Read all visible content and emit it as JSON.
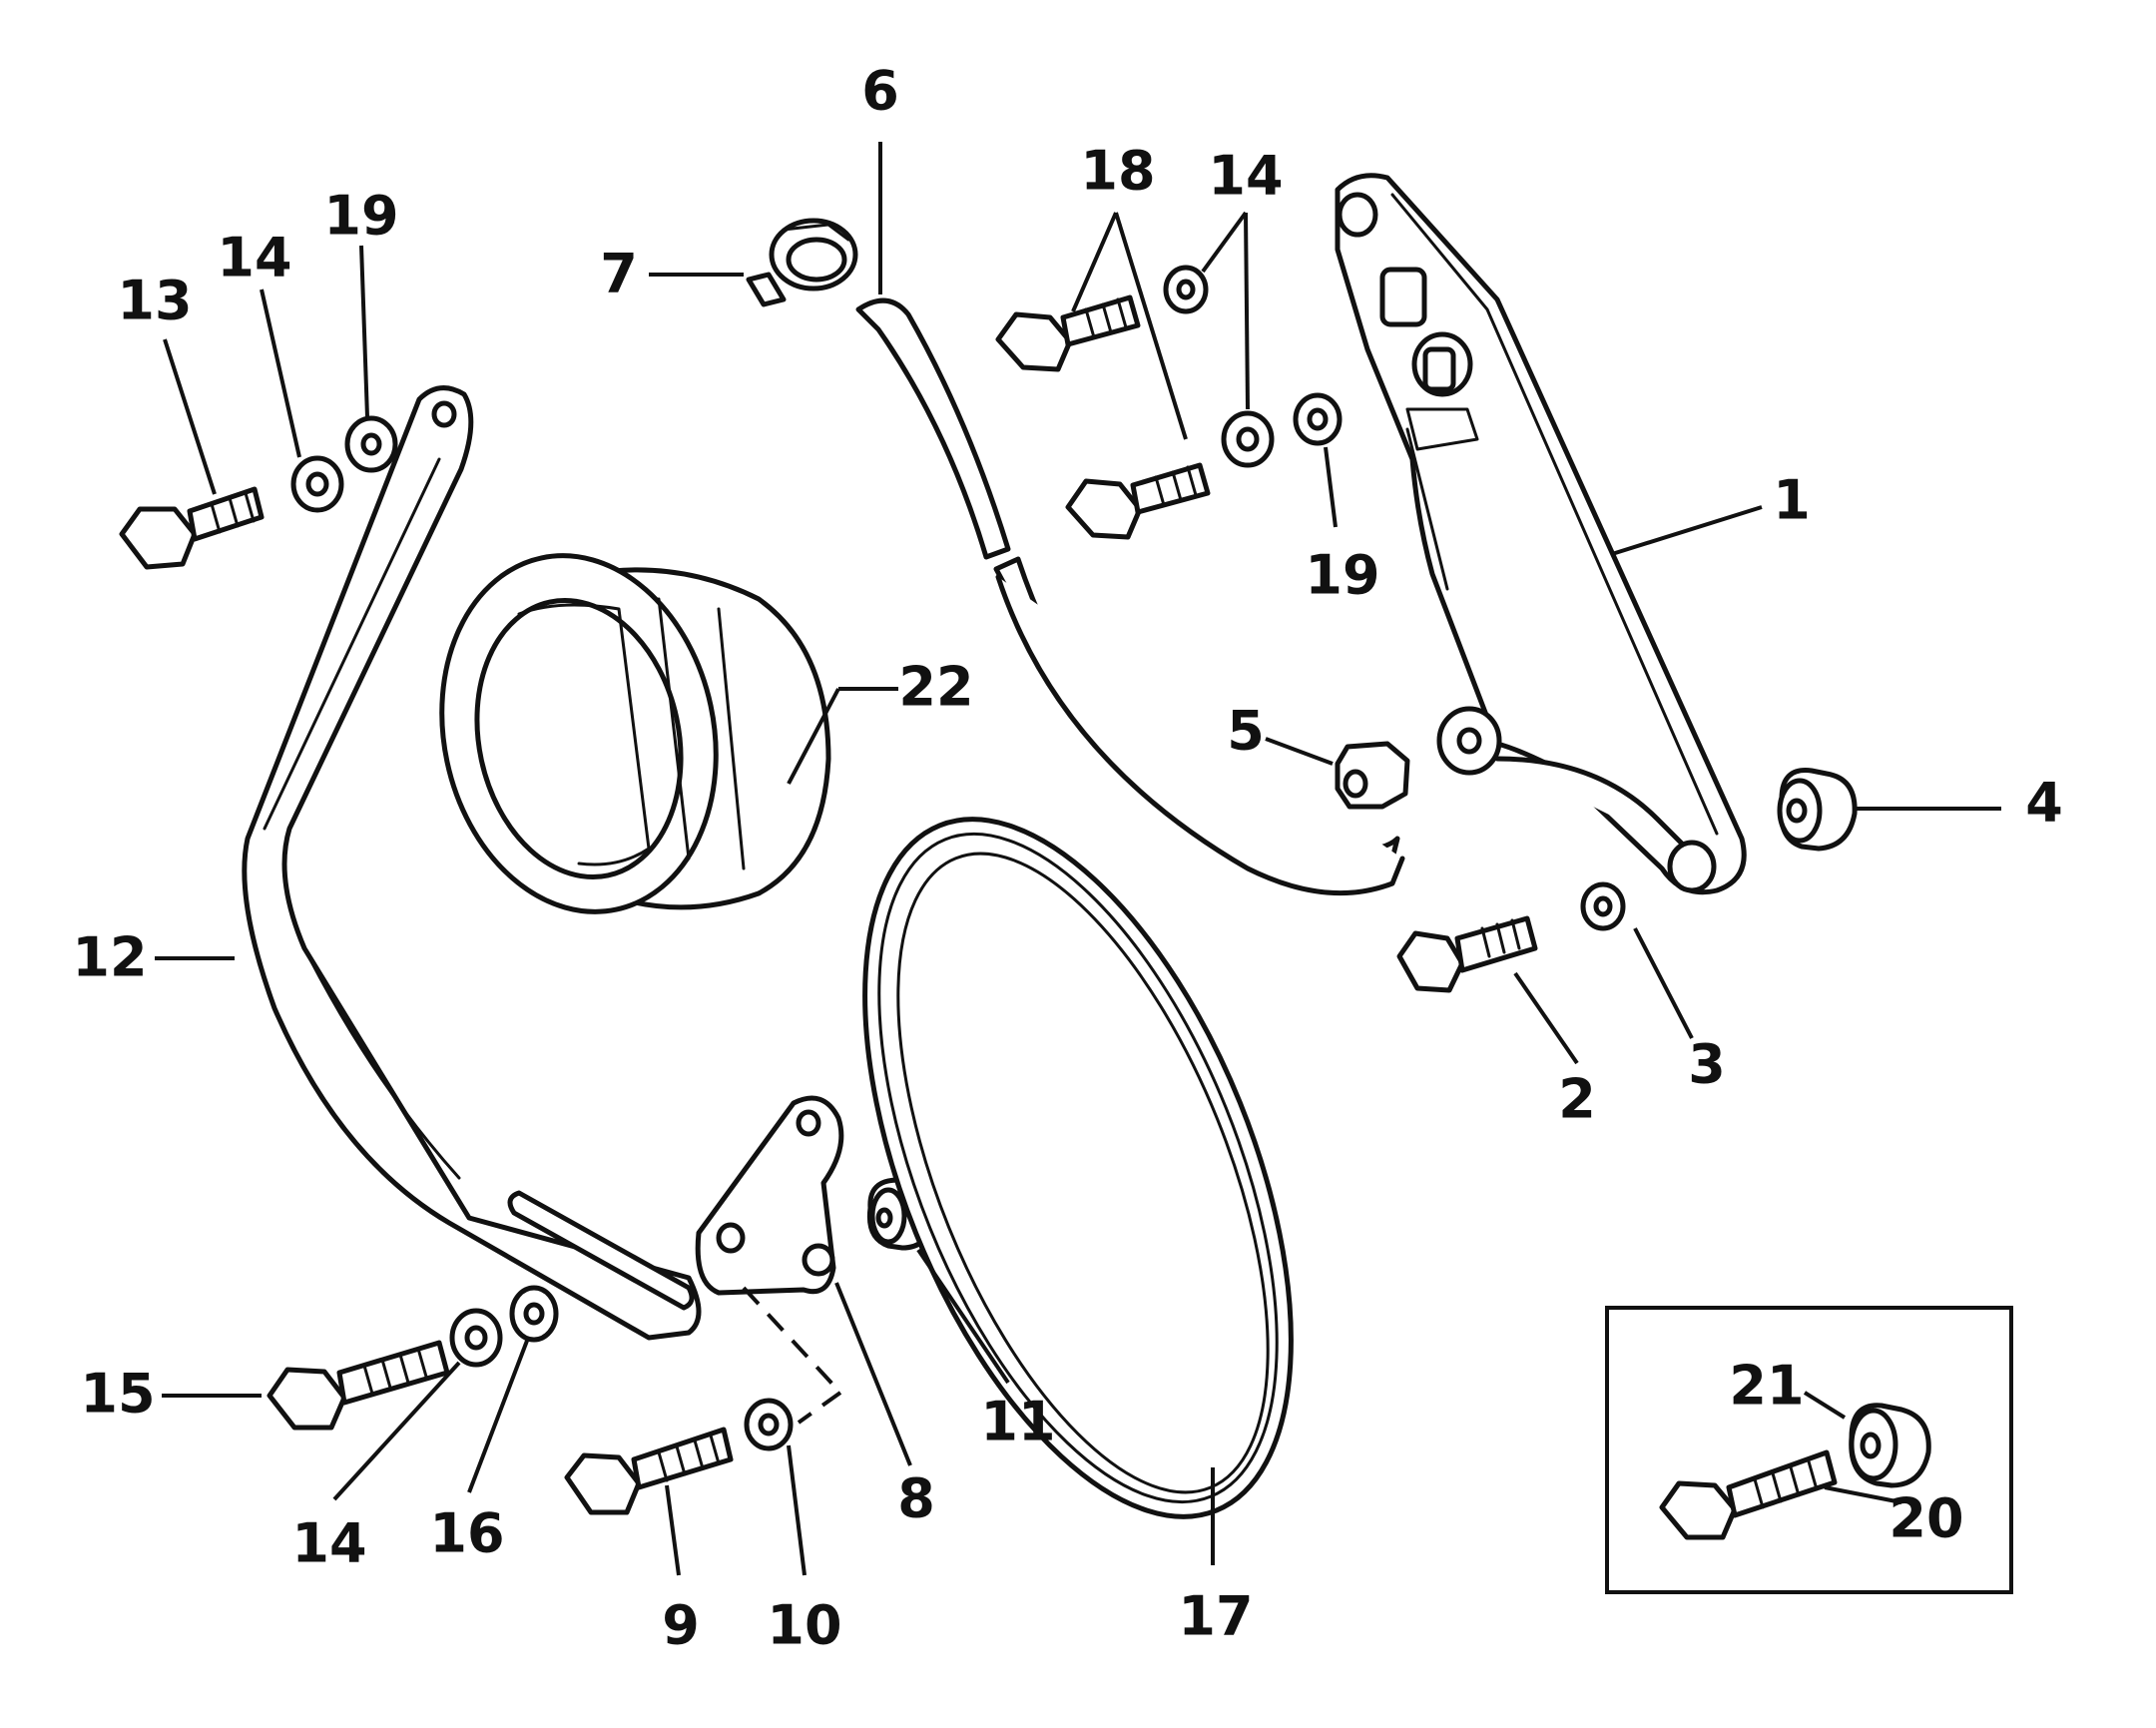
{
  "callouts": {
    "c1": "1",
    "c2": "2",
    "c3": "3",
    "c4": "4",
    "c5": "5",
    "c6": "6",
    "c7": "7",
    "c8": "8",
    "c9": "9",
    "c10": "10",
    "c11": "11",
    "c12": "12",
    "c13": "13",
    "c14a": "14",
    "c14b": "14",
    "c14c": "14",
    "c15": "15",
    "c16": "16",
    "c17": "17",
    "c18": "18",
    "c19a": "19",
    "c19b": "19",
    "c20": "20",
    "c21": "21",
    "c22": "22"
  },
  "colors": {
    "ink": "#111111",
    "paper": "#ffffff"
  }
}
